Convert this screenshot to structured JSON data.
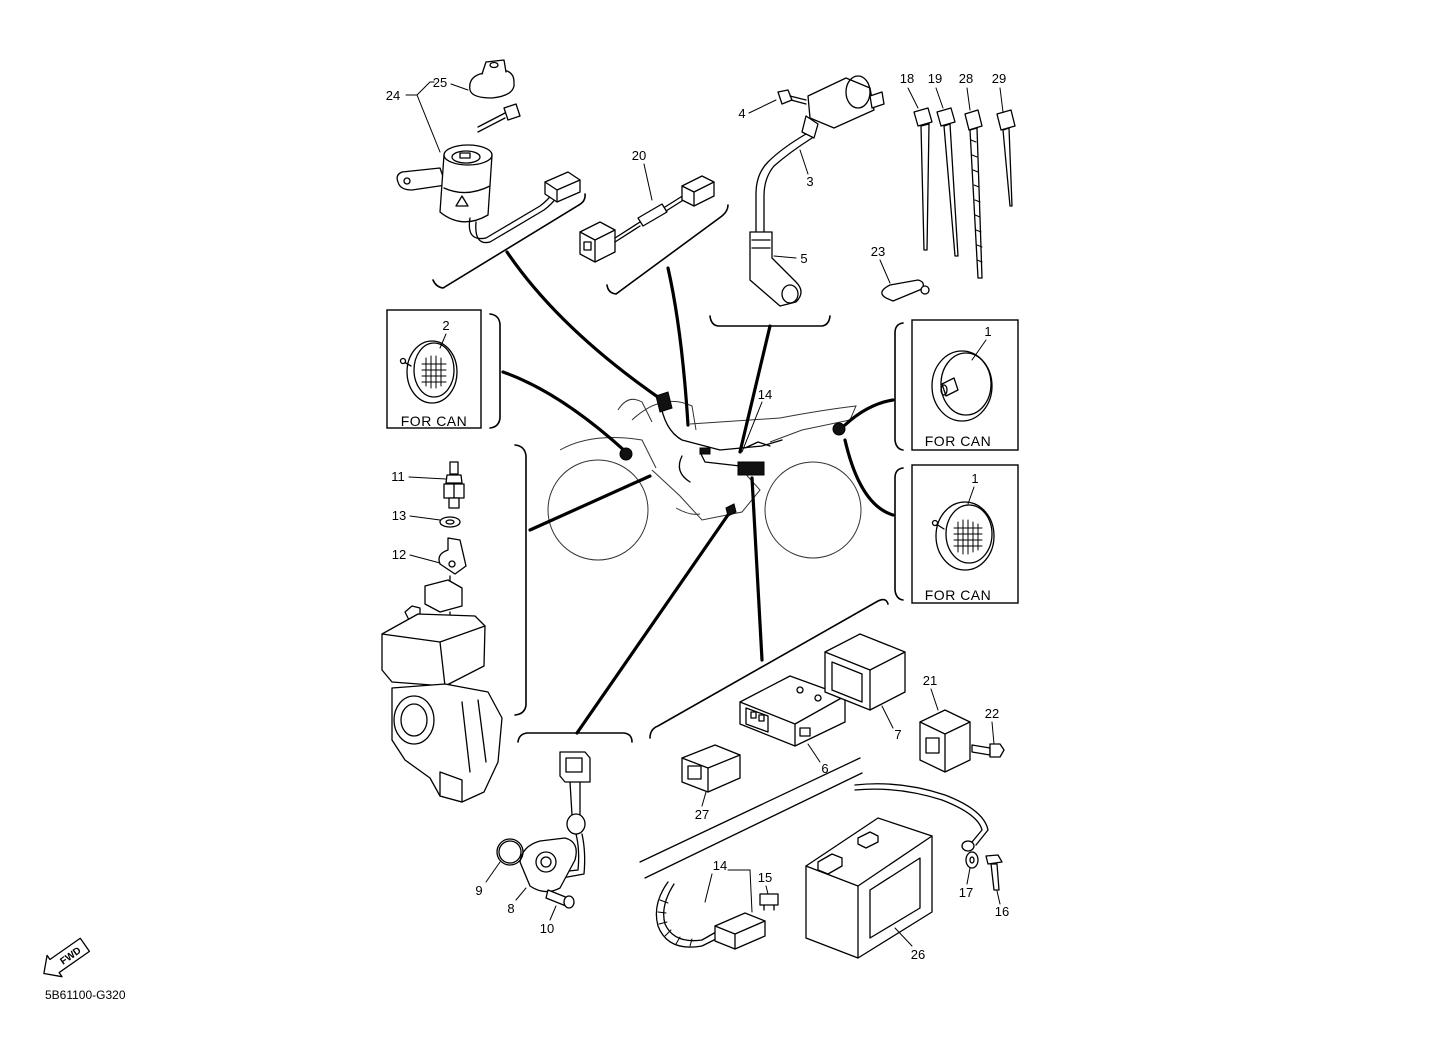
{
  "diagram": {
    "callouts": [
      "24",
      "25",
      "20",
      "4",
      "3",
      "5",
      "18",
      "19",
      "28",
      "29",
      "23",
      "2",
      "1",
      "14",
      "1",
      "11",
      "13",
      "12",
      "21",
      "22",
      "7",
      "6",
      "27",
      "9",
      "8",
      "10",
      "14",
      "15",
      "17",
      "16",
      "26"
    ],
    "for_can_labels": [
      "FOR CAN",
      "FOR CAN",
      "FOR CAN"
    ],
    "direction_arrow": "FWD",
    "drawing_code": "5B61100-G320"
  },
  "icons": {
    "direction": "forward-arrow-icon"
  },
  "colors": {
    "line": "#000000",
    "background": "#ffffff"
  }
}
